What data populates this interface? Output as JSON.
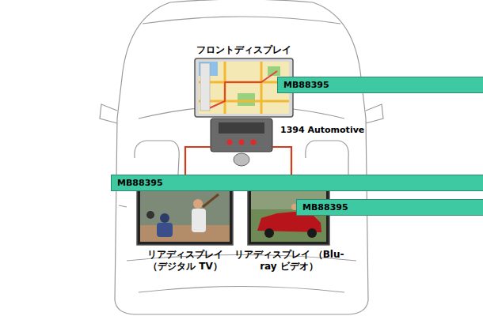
{
  "diagram": {
    "nodes": [
      {
        "text": [
          "フロントディスプレイ"
        ]
      },
      {
        "text": [
          "MB88395"
        ]
      },
      {
        "text": [
          "1394 Automotive"
        ]
      },
      {
        "text": [
          "MB88395"
        ]
      },
      {
        "text": [
          "MB88395"
        ]
      },
      {
        "text": [
          "リアディスプレイ （デジタル TV）"
        ]
      },
      {
        "text": [
          "リアディスプレイ （Blu-ray ビデオ）"
        ]
      }
    ],
    "edges": [
      {
        "from": 2,
        "to": 5,
        "arrow": "none"
      },
      {
        "from": 2,
        "to": 6,
        "arrow": "none"
      }
    ]
  }
}
